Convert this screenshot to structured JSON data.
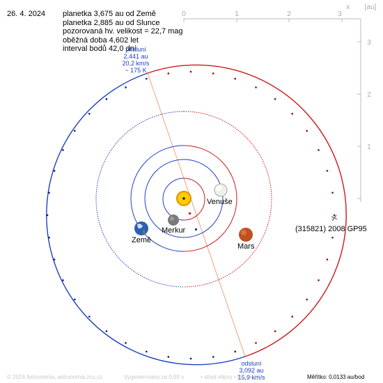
{
  "header": {
    "date": "26. 4. 2024",
    "info_lines": [
      "planetka 3,675 au od Země",
      "planetka 2,885 au od Slunce",
      "pozorovaná hv. velikost = 22,7 mag",
      "oběžná doba 4,602 let",
      "interval bodů 42,0 dní"
    ]
  },
  "axes": {
    "x_unit_label": "x",
    "y_unit_label": "[au]",
    "x_ticks": [
      "0",
      "1",
      "2",
      "3"
    ],
    "y_ticks": [
      "3",
      "2",
      "1"
    ]
  },
  "perihelion": {
    "title": "přísluní",
    "distance": "2,441 au",
    "speed": "20,2 km/s",
    "temperature": "~ 175 K"
  },
  "aphelion": {
    "title": "odsluní",
    "distance": "3,092 au",
    "speed": "15,9 km/s"
  },
  "planets": {
    "venus": "Venuše",
    "mercury": "Merkur",
    "earth": "Země",
    "mars": "Mars"
  },
  "asteroid_name": "(315821) 2008 GP95",
  "footer": {
    "copyright": "© 2024 Astronomia, astronomia.zcu.cz",
    "generated": "Vygenerováno za 0,09 s",
    "legend": "• střed elipsy  • F1 a  • F2",
    "scale": "Měřítko: 0,0133 au/bod"
  },
  "colors": {
    "orbit_blue": "#1f3fbf",
    "orbit_red": "#d01818",
    "axis_gray": "#bbbbbb",
    "apsis_line": "#f0a080",
    "sun": "#ffcc00",
    "mars": "#c05020"
  }
}
